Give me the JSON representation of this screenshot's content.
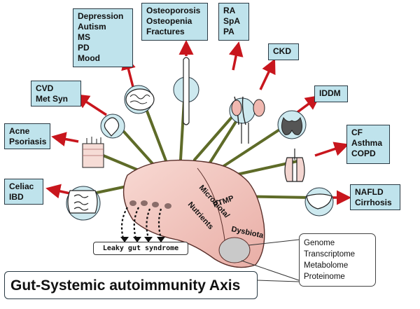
{
  "title": "Gut-Systemic autoimmunity Axis",
  "leaky_label": "Leaky gut syndrome",
  "gut_labels": {
    "ptmp": "PTMP",
    "microbiota": "Microbiota/",
    "dysbiota": "Dysbiota",
    "nutrients": "Nutrients"
  },
  "omics": [
    "Genome",
    "Transcriptome",
    "Metabolome",
    "Proteinome"
  ],
  "boxes": {
    "celiac": [
      "Celiac",
      "IBD"
    ],
    "acne": [
      "Acne",
      "Psoriasis"
    ],
    "cvd": [
      "CVD",
      "Met Syn"
    ],
    "depression": [
      "Depression",
      "Autism",
      "MS",
      "PD",
      "Mood"
    ],
    "osteoporosis": [
      "Osteoporosis",
      "Osteopenia",
      "Fractures"
    ],
    "ra": [
      "RA",
      "SpA",
      "PA"
    ],
    "ckd": [
      "CKD"
    ],
    "iddm": [
      "IDDM"
    ],
    "cf": [
      "CF",
      "Asthma",
      "COPD"
    ],
    "nafld": [
      "NAFLD",
      "Cirrhosis"
    ]
  },
  "organs": [
    "intestine",
    "skin",
    "heart",
    "brain",
    "bone",
    "joint",
    "kidney",
    "thyroid",
    "lung",
    "liver"
  ],
  "colors": {
    "box_fill": "#bfe3ec",
    "arrow": "#c8161d",
    "stem": "#5e6b28",
    "gut_fill": "#f3c9c2",
    "organ_circle": "#cde9ef"
  }
}
